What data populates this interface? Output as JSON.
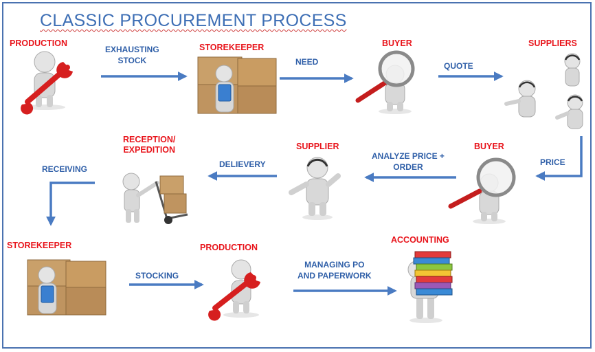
{
  "title": "CLASSIC PROCUREMENT PROCESS",
  "colors": {
    "border": "#4a72b0",
    "title": "#3e6fb5",
    "actor_label": "#e8141b",
    "arrow": "#4a7bc2",
    "arrow_label": "#2f5fa8"
  },
  "actors": {
    "production_1": "PRODUCTION",
    "storekeeper_1": "STOREKEEPER",
    "buyer_1": "BUYER",
    "suppliers": "SUPPLIERS",
    "buyer_2": "BUYER",
    "supplier": "SUPPLIER",
    "reception": "RECEPTION/\nEXPEDITION",
    "storekeeper_2": "STOREKEEPER",
    "production_2": "PRODUCTION",
    "accounting": "ACCOUNTING"
  },
  "flows": {
    "exhausting_stock": "EXHAUSTING\nSTOCK",
    "need": "NEED",
    "quote": "QUOTE",
    "price": "PRICE",
    "analyze_price_order": "ANALYZE PRICE +\nORDER",
    "delievery": "DELIEVERY",
    "receiving": "RECEIVING",
    "stocking": "STOCKING",
    "managing_po": "MANAGING PO\nAND PAPERWORK"
  },
  "icons": [
    "wrench-person-icon",
    "box-person-icon",
    "magnifier-person-icon",
    "headset-person-icon",
    "hand-truck-person-icon",
    "binders-person-icon"
  ]
}
